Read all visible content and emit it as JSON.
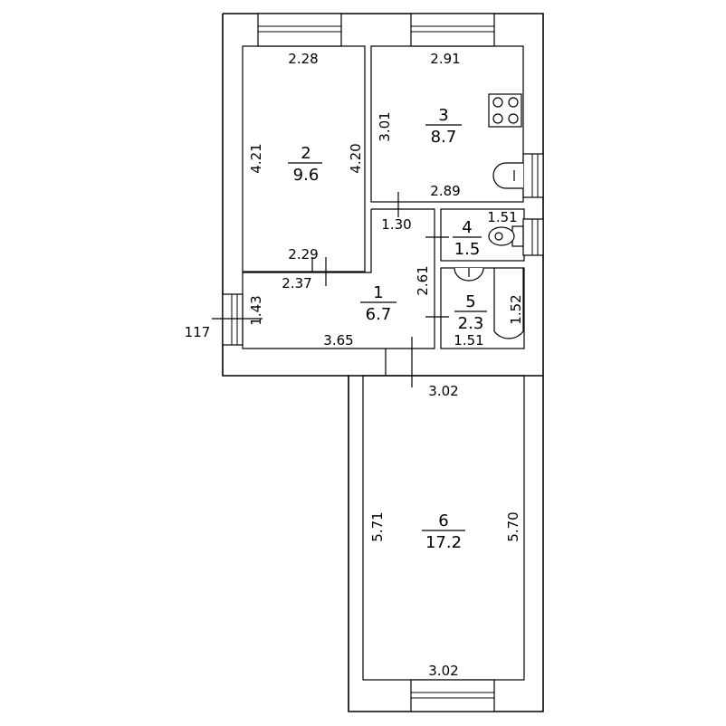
{
  "rooms": {
    "r1": {
      "number": "1",
      "area": "6.7"
    },
    "r2": {
      "number": "2",
      "area": "9.6"
    },
    "r3": {
      "number": "3",
      "area": "8.7"
    },
    "r4": {
      "number": "4",
      "area": "1.5"
    },
    "r5": {
      "number": "5",
      "area": "2.3"
    },
    "r6": {
      "number": "6",
      "area": "17.2"
    }
  },
  "dims": {
    "r2_top": "2.28",
    "r2_left": "4.21",
    "r2_right": "4.20",
    "r2_bottom": "2.29",
    "r3_top": "2.91",
    "r3_left": "3.01",
    "r3_bottom": "2.89",
    "r4_top": "1.51",
    "corr_top": "1.30",
    "corr_side": "2.61",
    "hall_top": "2.37",
    "hall_left": "1.43",
    "hall_bottom": "3.65",
    "r5_right": "1.52",
    "r5_bottom": "1.51",
    "r6_top": "3.02",
    "r6_left": "5.71",
    "r6_right": "5.70",
    "r6_bottom": "3.02",
    "ext_left": "117"
  }
}
